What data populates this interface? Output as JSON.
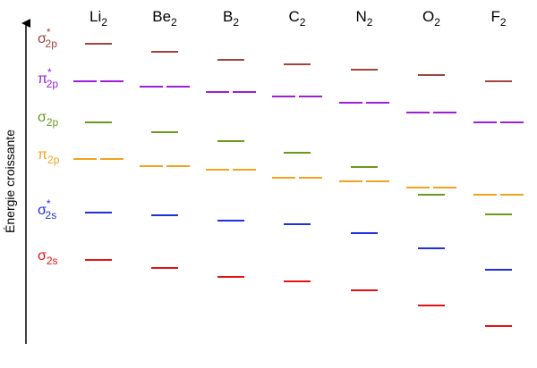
{
  "y_axis": {
    "label": "Énergie croissante"
  },
  "colors": {
    "sigma_2p_star": "#a0453e",
    "pi_2p_star": "#9b1fd8",
    "sigma_2p": "#6a9a1c",
    "pi_2p": "#f2a21e",
    "sigma_2s_star": "#1f2fe0",
    "sigma_2s": "#e01414"
  },
  "orbitals": [
    {
      "key": "sigma_2p_star",
      "letter": "σ",
      "sub": "2p",
      "star": "*",
      "degenerate": false
    },
    {
      "key": "pi_2p_star",
      "letter": "π",
      "sub": "2p",
      "star": "*",
      "degenerate": true
    },
    {
      "key": "sigma_2p",
      "letter": "σ",
      "sub": "2p",
      "star": "",
      "degenerate": false
    },
    {
      "key": "pi_2p",
      "letter": "π",
      "sub": "2p",
      "star": "",
      "degenerate": true
    },
    {
      "key": "sigma_2s_star",
      "letter": "σ",
      "sub": "2s",
      "star": "*",
      "degenerate": false
    },
    {
      "key": "sigma_2s",
      "letter": "σ",
      "sub": "2s",
      "star": "",
      "degenerate": false
    }
  ],
  "molecules": [
    {
      "base": "Li",
      "sub": "2",
      "levels": {
        "sigma_2p_star": 49,
        "pi_2p_star": 91,
        "sigma_2p": 137,
        "pi_2p": 178,
        "sigma_2s_star": 238,
        "sigma_2s": 291
      }
    },
    {
      "base": "Be",
      "sub": "2",
      "levels": {
        "sigma_2p_star": 58,
        "pi_2p_star": 97,
        "sigma_2p": 148,
        "pi_2p": 186,
        "sigma_2s_star": 241,
        "sigma_2s": 300
      }
    },
    {
      "base": "B",
      "sub": "2",
      "levels": {
        "sigma_2p_star": 67,
        "pi_2p_star": 103,
        "sigma_2p": 158,
        "pi_2p": 190,
        "sigma_2s_star": 247,
        "sigma_2s": 310
      }
    },
    {
      "base": "C",
      "sub": "2",
      "levels": {
        "sigma_2p_star": 72,
        "pi_2p_star": 108,
        "sigma_2p": 171,
        "pi_2p": 199,
        "sigma_2s_star": 251,
        "sigma_2s": 315
      }
    },
    {
      "base": "N",
      "sub": "2",
      "levels": {
        "sigma_2p_star": 78,
        "pi_2p_star": 115,
        "sigma_2p": 187,
        "pi_2p": 203,
        "sigma_2s_star": 261,
        "sigma_2s": 325
      }
    },
    {
      "base": "O",
      "sub": "2",
      "levels": {
        "sigma_2p_star": 84,
        "pi_2p_star": 126,
        "sigma_2p": 218,
        "pi_2p": 210,
        "sigma_2s_star": 278,
        "sigma_2s": 342
      }
    },
    {
      "base": "F",
      "sub": "2",
      "levels": {
        "sigma_2p_star": 91,
        "pi_2p_star": 137,
        "sigma_2p": 240,
        "pi_2p": 218,
        "sigma_2s_star": 302,
        "sigma_2s": 365
      }
    }
  ]
}
